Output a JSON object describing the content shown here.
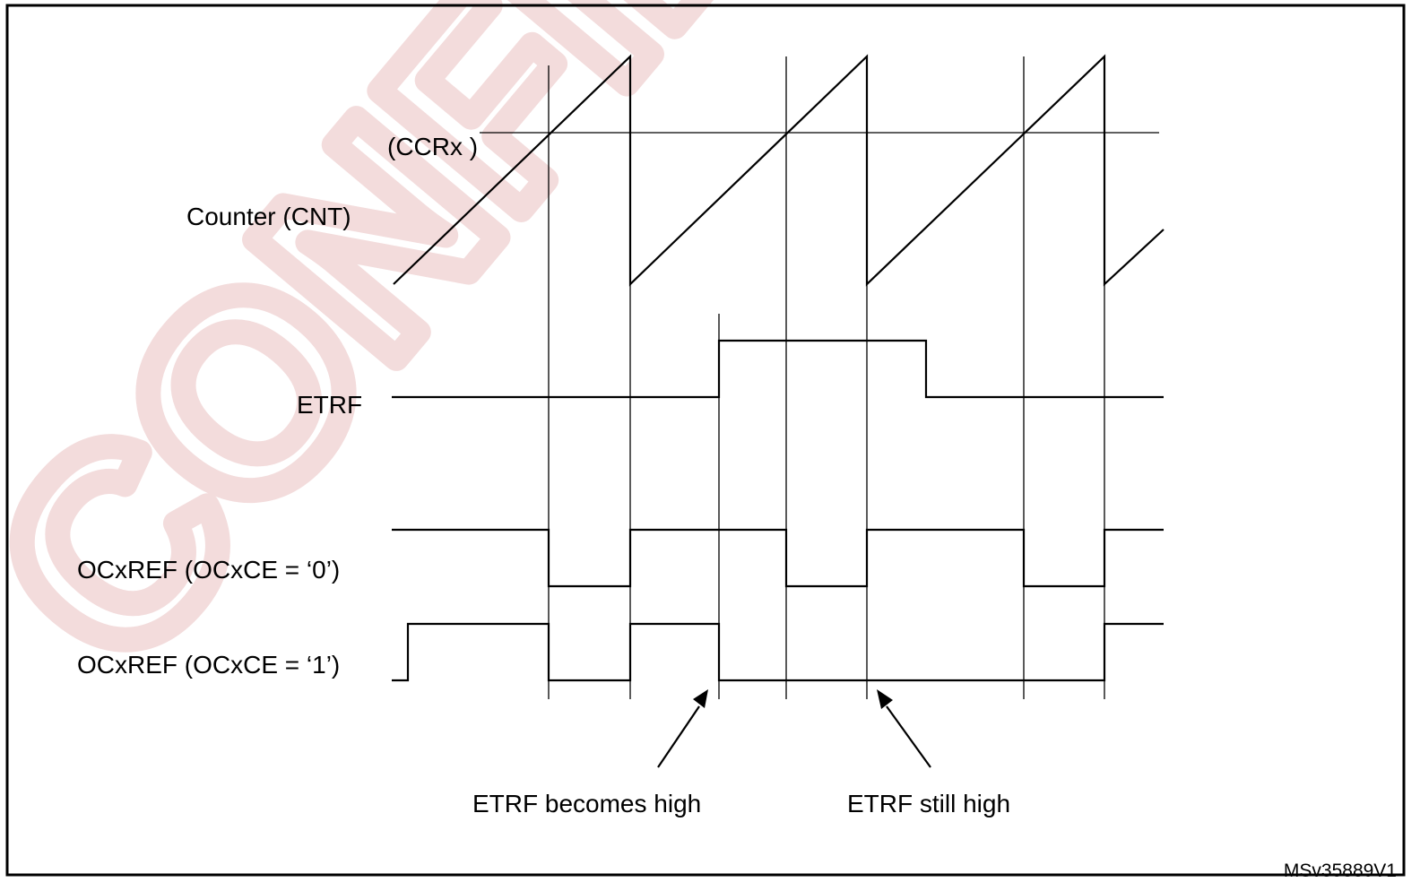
{
  "watermark": "CONFIDENTIAL",
  "labels": {
    "ccr": "(CCRx )",
    "counter": "Counter (CNT)",
    "etrf": "ETRF",
    "ocxref0": "OCxREF (OCxCE = ‘0’)",
    "ocxref1": "OCxREF (OCxCE = ‘1’)"
  },
  "annotations": {
    "becomes_high": "ETRF becomes high",
    "still_high": "ETRF still high"
  },
  "reference": "MSv35889V1",
  "colors": {
    "line": "#000000",
    "border": "#000000",
    "watermark": "#f3dcdc"
  }
}
